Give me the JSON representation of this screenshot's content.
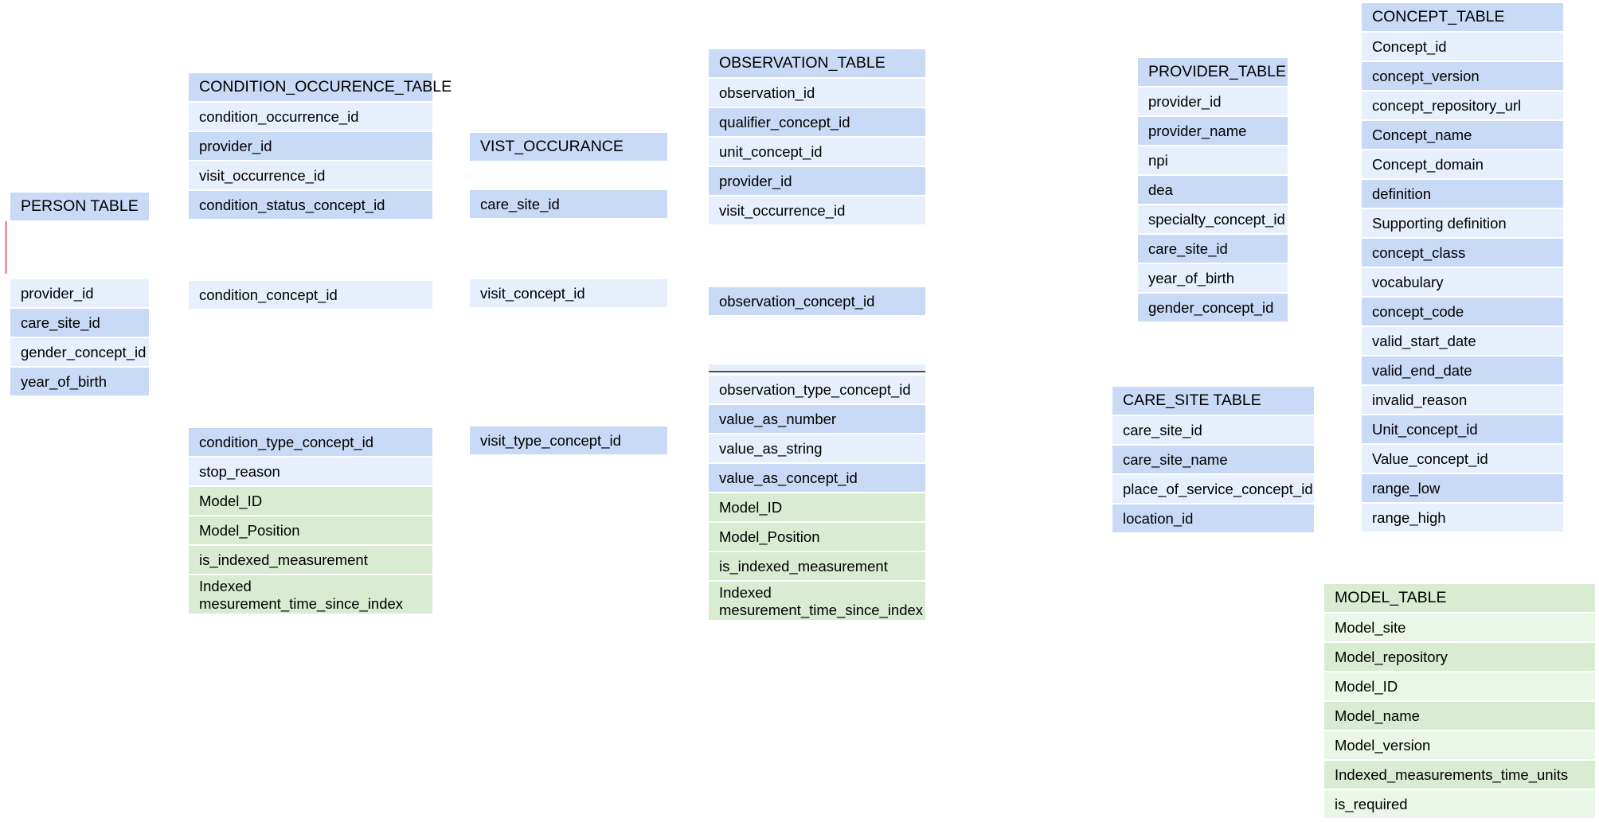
{
  "colors": {
    "blue_dark": "#c8daf6",
    "blue_light": "#e7effc",
    "green_dark": "#d7ecd1",
    "green_light": "#eaf6e7",
    "divider_dark": "#4d4d4d",
    "relation_line": "#f19999"
  },
  "tables": {
    "person": {
      "title": "PERSON TABLE",
      "rows": [
        "provider_id",
        "care_site_id",
        "gender_concept_id",
        "year_of_birth"
      ]
    },
    "condition": {
      "title": "CONDITION_OCCURENCE_TABLE",
      "rows": [
        "condition_occurrence_id",
        "provider_id",
        "visit_occurrence_id",
        "condition_status_concept_id",
        "condition_concept_id",
        "condition_type_concept_id",
        "stop_reason",
        "Model_ID",
        "Model_Position",
        "is_indexed_measurement",
        "Indexed\nmesurement_time_since_index"
      ]
    },
    "visit": {
      "title": "VIST_OCCURANCE",
      "rows": [
        "care_site_id",
        "visit_concept_id",
        "visit_type_concept_id"
      ]
    },
    "observation": {
      "title": "OBSERVATION_TABLE",
      "rows": [
        "observation_id",
        "qualifier_concept_id",
        "unit_concept_id",
        "provider_id",
        "visit_occurrence_id",
        "observation_concept_id",
        "observation_type_concept_id",
        "value_as_number",
        "value_as_string",
        "value_as_concept_id",
        "Model_ID",
        "Model_Position",
        "is_indexed_measurement",
        "Indexed\nmesurement_time_since_index"
      ]
    },
    "provider": {
      "title": "PROVIDER_TABLE",
      "rows": [
        "provider_id",
        "provider_name",
        "npi",
        "dea",
        "specialty_concept_id",
        "care_site_id",
        "year_of_birth",
        "gender_concept_id"
      ]
    },
    "care_site": {
      "title": "CARE_SITE TABLE",
      "rows": [
        "care_site_id",
        "care_site_name",
        "place_of_service_concept_id",
        "location_id"
      ]
    },
    "concept": {
      "title": "CONCEPT_TABLE",
      "rows": [
        "Concept_id",
        "concept_version",
        "concept_repository_url",
        "Concept_name",
        "Concept_domain",
        "definition",
        "Supporting definition",
        "concept_class",
        "vocabulary",
        "concept_code",
        "valid_start_date",
        "valid_end_date",
        "invalid_reason",
        "Unit_concept_id",
        "Value_concept_id",
        "range_low",
        "range_high"
      ]
    },
    "model": {
      "title": "MODEL_TABLE",
      "rows": [
        "Model_site",
        "Model_repository",
        "Model_ID",
        "Model_name",
        "Model_version",
        "Indexed_measurements_time_units",
        "is_required"
      ]
    }
  }
}
